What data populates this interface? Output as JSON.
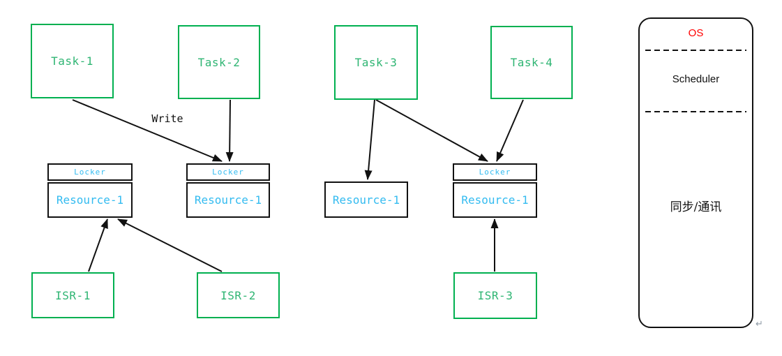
{
  "diagram_type": "task-resource-locking-diagram",
  "colors": {
    "green": "#00B050",
    "green_text": "#2FB573",
    "cyan_text": "#33BBF0",
    "ink": "#111111",
    "red": "#FF0000",
    "gray_mark": "#8E9AA6"
  },
  "nodes": {
    "tasks": [
      {
        "id": "task-1",
        "label": "Task-1"
      },
      {
        "id": "task-2",
        "label": "Task-2"
      },
      {
        "id": "task-3",
        "label": "Task-3"
      },
      {
        "id": "task-4",
        "label": "Task-4"
      }
    ],
    "isrs": [
      {
        "id": "isr-1",
        "label": "ISR-1"
      },
      {
        "id": "isr-2",
        "label": "ISR-2"
      },
      {
        "id": "isr-3",
        "label": "ISR-3"
      }
    ],
    "resources": [
      {
        "id": "resource-1",
        "locker": "Locker",
        "name": "Resource-1"
      },
      {
        "id": "resource-2",
        "locker": "Locker",
        "name": "Resource-1"
      },
      {
        "id": "resource-3",
        "locker": null,
        "name": "Resource-1"
      },
      {
        "id": "resource-4",
        "locker": "Locker",
        "name": "Resource-1"
      }
    ]
  },
  "edges": [
    {
      "from": "task-1",
      "to": "resource-2",
      "label": "Write"
    },
    {
      "from": "task-2",
      "to": "resource-2"
    },
    {
      "from": "task-3",
      "to": "resource-3"
    },
    {
      "from": "task-3",
      "to": "resource-4"
    },
    {
      "from": "task-4",
      "to": "resource-4"
    },
    {
      "from": "isr-1",
      "to": "resource-1"
    },
    {
      "from": "isr-2",
      "to": "resource-1"
    },
    {
      "from": "isr-3",
      "to": "resource-4"
    }
  ],
  "os_panel": {
    "title": "OS",
    "scheduler": "Scheduler",
    "sync": "同步/通讯"
  },
  "labels": {
    "paragraph_mark": "↵"
  }
}
